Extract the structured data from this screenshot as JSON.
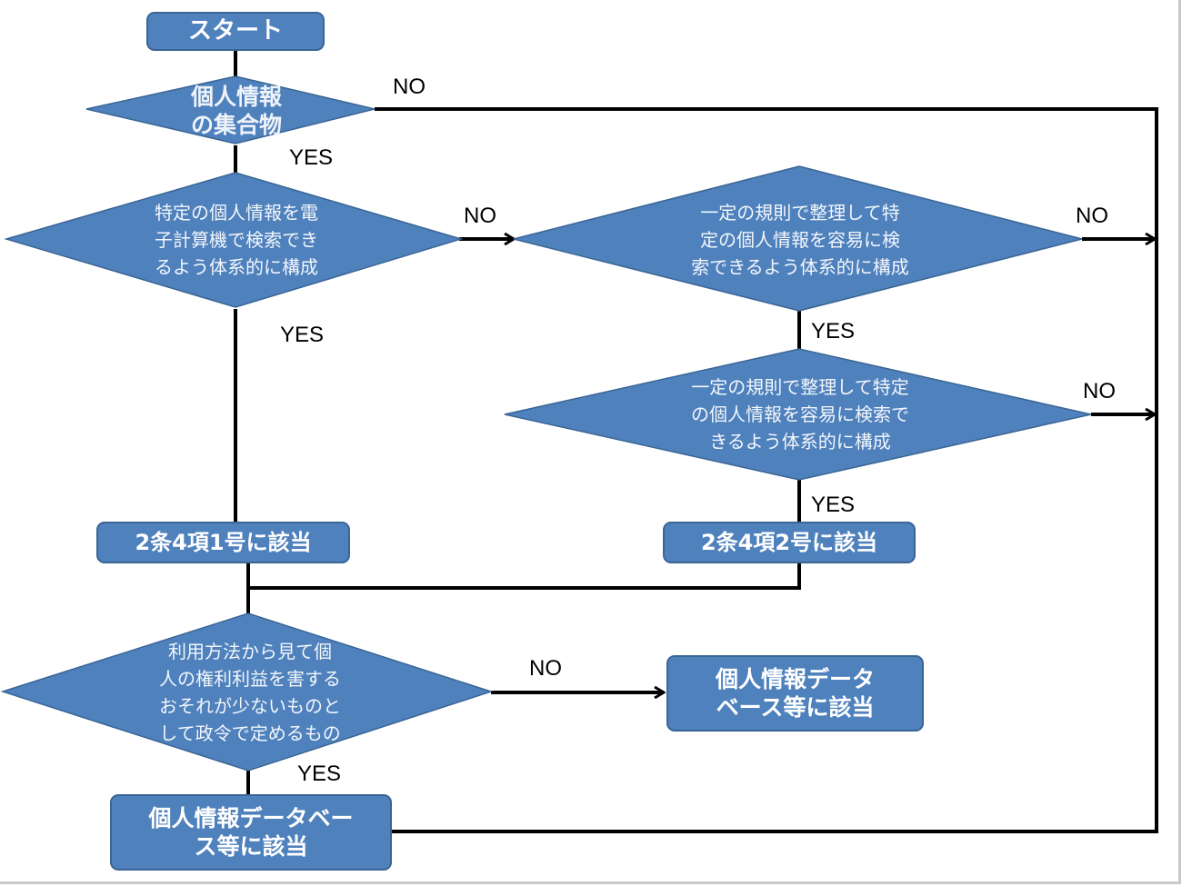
{
  "diagram": {
    "colors": {
      "node_fill": "#4f81bd",
      "node_stroke": "#3a6595",
      "line": "#000000",
      "text": "#ffffff"
    },
    "nodes": {
      "start": "スタート",
      "d1": "個人情報\nの集合物",
      "d2": "特定の個人情報を電\n子計算機で検索でき\nるよう体系的に構成",
      "d3": "一定の規則で整理して特\n定の個人情報を容易に検\n索できるよう体系的に構成",
      "d4": "一定の規則で整理して特定\nの個人情報を容易に検索で\nきるよう体系的に構成",
      "r1": "2条4項1号に該当",
      "r2": "2条4項2号に該当",
      "d5": "利用方法から見て個\n人の権利利益を害する\nおそれが少ないものと\nして政令で定めるもの",
      "r3": "個人情報データ\nベース等に該当",
      "r4": "個人情報データベー\nス等に該当"
    },
    "labels": {
      "d1_no": "NO",
      "d1_yes": "YES",
      "d2_no": "NO",
      "d2_yes": "YES",
      "d3_no": "NO",
      "d3_yes": "YES",
      "d4_no": "NO",
      "d4_yes": "YES",
      "d5_no": "NO",
      "d5_yes": "YES"
    }
  }
}
